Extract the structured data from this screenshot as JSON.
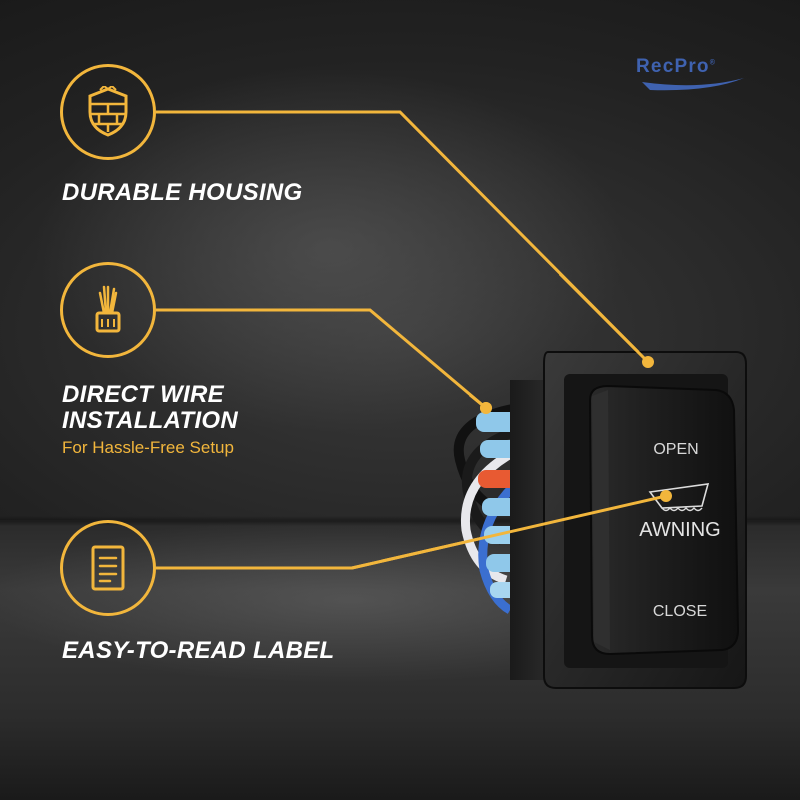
{
  "brand": {
    "logo_text": "RecPro",
    "trademark": "®",
    "color": "#3f62b0"
  },
  "accent_color": "#f2b63c",
  "features": [
    {
      "icon": "shield-icon",
      "title": "DURABLE HOUSING"
    },
    {
      "icon": "wire-bundle-icon",
      "title_line1": "DIRECT WIRE",
      "title_line2": "INSTALLATION",
      "subtitle": "For Hassle-Free Setup"
    },
    {
      "icon": "document-icon",
      "title": "EASY-TO-READ LABEL"
    }
  ],
  "switch": {
    "top_label": "OPEN",
    "main_label": "AWNING",
    "bottom_label": "CLOSE",
    "icon": "awning-icon"
  }
}
